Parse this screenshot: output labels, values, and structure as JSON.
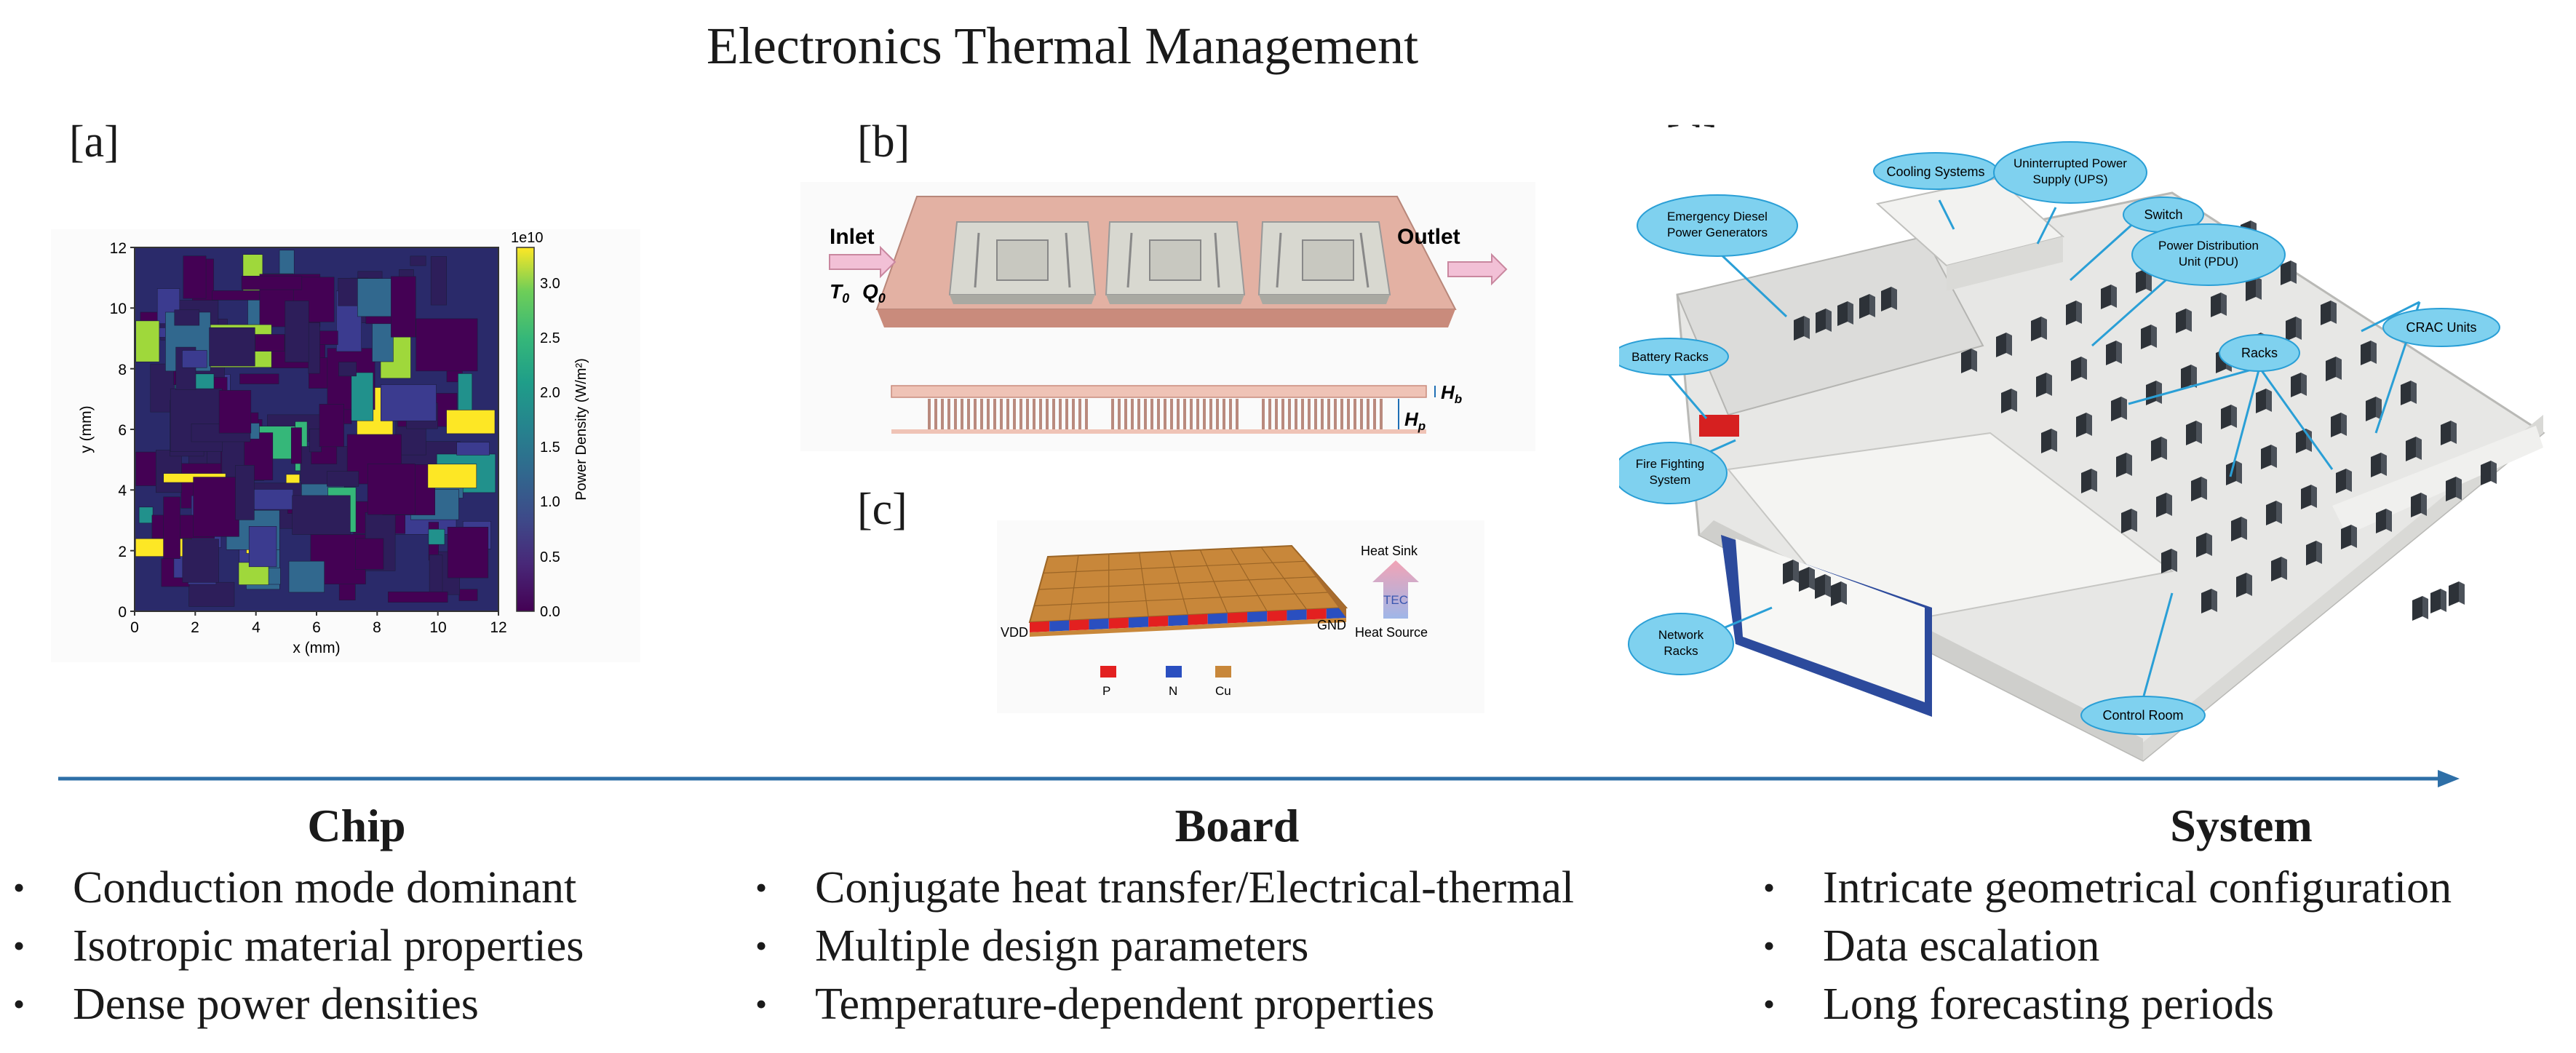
{
  "title": "Electronics Thermal Management",
  "panels": {
    "a": {
      "label": "[a]",
      "heatmap": {
        "xlabel": "x (mm)",
        "ylabel": "y (mm)",
        "xticks": [
          "0",
          "2",
          "4",
          "6",
          "8",
          "10",
          "12"
        ],
        "yticks": [
          "0",
          "2",
          "4",
          "6",
          "8",
          "10",
          "12"
        ],
        "colorbar": {
          "label": "Power Density (W/m²)",
          "exponent": "1e10",
          "ticks": [
            "0.0",
            "0.5",
            "1.0",
            "1.5",
            "2.0",
            "2.5",
            "3.0"
          ]
        }
      }
    },
    "b": {
      "label": "[b]",
      "inlet": "Inlet",
      "outlet": "Outlet",
      "t0": "T",
      "t0_sub": "0",
      "q0": "Q",
      "q0_sub": "0",
      "hp": "H",
      "hp_sub": "p",
      "hb": "H",
      "hb_sub": "b"
    },
    "c": {
      "label": "[c]",
      "vdd": "VDD",
      "gnd": "GND",
      "heat_sink": "Heat Sink",
      "heat_source": "Heat Source",
      "tec": "TEC",
      "legend": [
        "P",
        "N",
        "Cu"
      ],
      "colors": {
        "p": "#e32020",
        "n": "#2a4fc0",
        "cu": "#c8873a"
      }
    },
    "d": {
      "label": "[d]",
      "callouts": {
        "cooling": "Cooling Systems",
        "ups_1": "Uninterrupted Power",
        "ups_2": "Supply (UPS)",
        "switch": "Switch",
        "diesel_1": "Emergency Diesel",
        "diesel_2": "Power Generators",
        "pdu_1": "Power Distribution",
        "pdu_2": "Unit (PDU)",
        "racks": "Racks",
        "crac": "CRAC Units",
        "battery": "Battery Racks",
        "fire_1": "Fire Fighting",
        "fire_2": "System",
        "network_1": "Network",
        "network_2": "Racks",
        "control": "Control Room"
      }
    }
  },
  "columns": [
    {
      "head": "Chip",
      "items": [
        "Conduction mode dominant",
        "Isotropic material properties",
        "Dense power densities"
      ]
    },
    {
      "head": "Board",
      "items": [
        "Conjugate heat transfer/Electrical-thermal",
        "Multiple design parameters",
        "Temperature-dependent properties"
      ]
    },
    {
      "head": "System",
      "items": [
        "Intricate geometrical configuration",
        "Data escalation",
        "Long forecasting periods"
      ]
    }
  ],
  "bullet": "•",
  "colors": {
    "arrow": "#2e6fa7",
    "callout_fill": "#7fd1ef",
    "callout_stroke": "#2a9fd6",
    "rack": "#2d3238"
  }
}
